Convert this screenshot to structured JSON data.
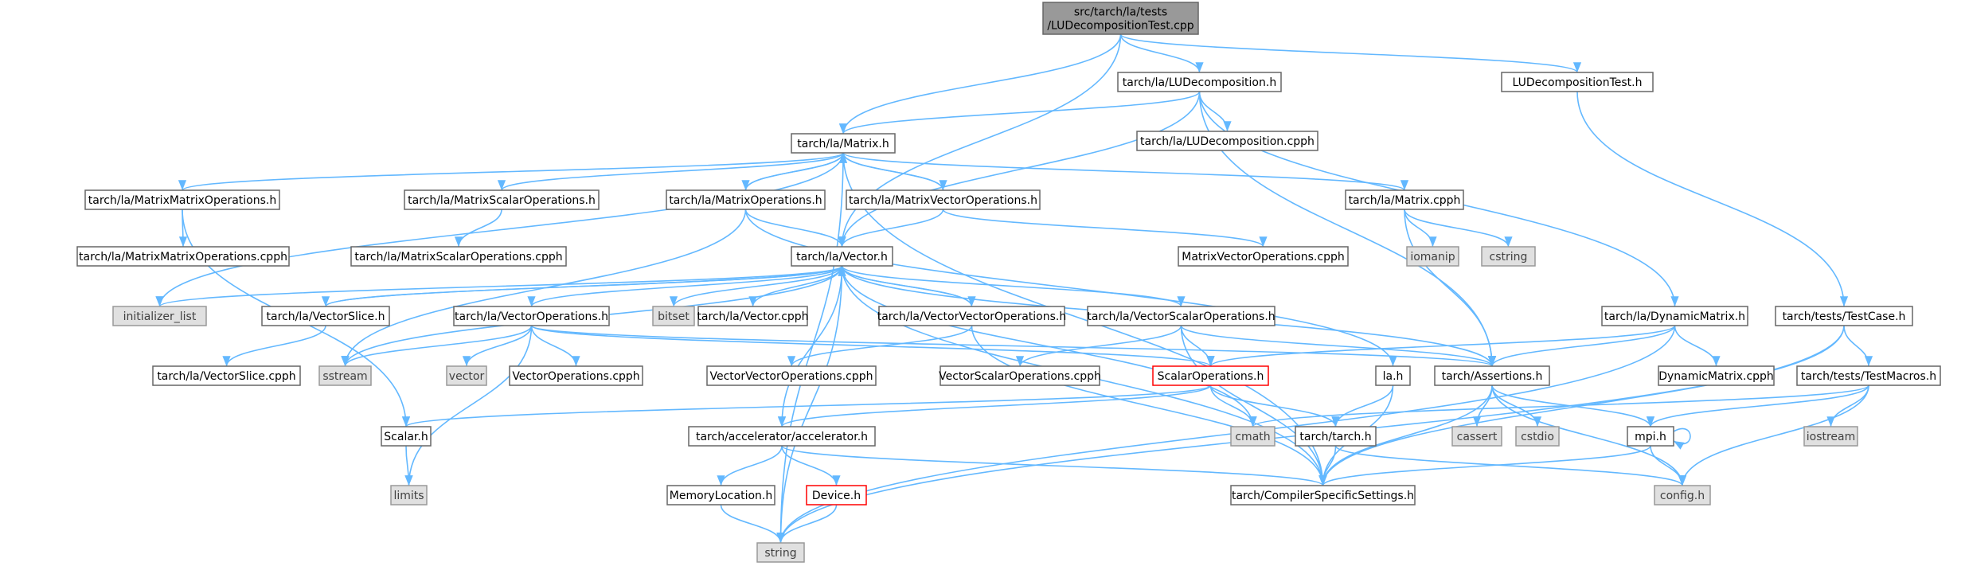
{
  "diagram": {
    "title": "",
    "nodes": [
      {
        "id": "root",
        "lines": [
          "src/tarch/la/tests",
          "/LUDecompositionTest.cpp"
        ],
        "kind": "root"
      },
      {
        "id": "ludecomp_h",
        "lines": [
          "tarch/la/LUDecomposition.h"
        ],
        "kind": "plain"
      },
      {
        "id": "lutest_h",
        "lines": [
          "LUDecompositionTest.h"
        ],
        "kind": "plain"
      },
      {
        "id": "matrix_h",
        "lines": [
          "tarch/la/Matrix.h"
        ],
        "kind": "plain"
      },
      {
        "id": "ludecomp_cpph",
        "lines": [
          "tarch/la/LUDecomposition.cpph"
        ],
        "kind": "plain"
      },
      {
        "id": "mmops_h",
        "lines": [
          "tarch/la/MatrixMatrixOperations.h"
        ],
        "kind": "plain"
      },
      {
        "id": "msops_h",
        "lines": [
          "tarch/la/MatrixScalarOperations.h"
        ],
        "kind": "plain"
      },
      {
        "id": "mops_h",
        "lines": [
          "tarch/la/MatrixOperations.h"
        ],
        "kind": "plain"
      },
      {
        "id": "mvops_h",
        "lines": [
          "tarch/la/MatrixVectorOperations.h"
        ],
        "kind": "plain"
      },
      {
        "id": "matrix_cpph",
        "lines": [
          "tarch/la/Matrix.cpph"
        ],
        "kind": "plain"
      },
      {
        "id": "mmops_cpph",
        "lines": [
          "tarch/la/MatrixMatrixOperations.cpph"
        ],
        "kind": "plain"
      },
      {
        "id": "msops_cpph",
        "lines": [
          "tarch/la/MatrixScalarOperations.cpph"
        ],
        "kind": "plain"
      },
      {
        "id": "mvops_cpph",
        "lines": [
          "MatrixVectorOperations.cpph"
        ],
        "kind": "plain"
      },
      {
        "id": "iomanip",
        "lines": [
          "iomanip"
        ],
        "kind": "sys"
      },
      {
        "id": "cstring",
        "lines": [
          "cstring"
        ],
        "kind": "sys"
      },
      {
        "id": "vector_h",
        "lines": [
          "tarch/la/Vector.h"
        ],
        "kind": "plain"
      },
      {
        "id": "initlist",
        "lines": [
          "initializer_list"
        ],
        "kind": "sys"
      },
      {
        "id": "vslice_h",
        "lines": [
          "tarch/la/VectorSlice.h"
        ],
        "kind": "plain"
      },
      {
        "id": "vops_h",
        "lines": [
          "tarch/la/VectorOperations.h"
        ],
        "kind": "plain"
      },
      {
        "id": "bitset",
        "lines": [
          "bitset"
        ],
        "kind": "sys"
      },
      {
        "id": "vector_cpph",
        "lines": [
          "tarch/la/Vector.cpph"
        ],
        "kind": "plain"
      },
      {
        "id": "vvops_h",
        "lines": [
          "tarch/la/VectorVectorOperations.h"
        ],
        "kind": "plain"
      },
      {
        "id": "vsops_h",
        "lines": [
          "tarch/la/VectorScalarOperations.h"
        ],
        "kind": "plain"
      },
      {
        "id": "dynmatrix_h",
        "lines": [
          "tarch/la/DynamicMatrix.h"
        ],
        "kind": "plain"
      },
      {
        "id": "testcase_h",
        "lines": [
          "tarch/tests/TestCase.h"
        ],
        "kind": "plain"
      },
      {
        "id": "vslice_cpph",
        "lines": [
          "tarch/la/VectorSlice.cpph"
        ],
        "kind": "plain"
      },
      {
        "id": "sstream",
        "lines": [
          "sstream"
        ],
        "kind": "sys"
      },
      {
        "id": "vector_std",
        "lines": [
          "vector"
        ],
        "kind": "sys"
      },
      {
        "id": "vops_cpph",
        "lines": [
          "VectorOperations.cpph"
        ],
        "kind": "plain"
      },
      {
        "id": "vvops_cpph",
        "lines": [
          "VectorVectorOperations.cpph"
        ],
        "kind": "plain"
      },
      {
        "id": "vsops_cpph",
        "lines": [
          "VectorScalarOperations.cpph"
        ],
        "kind": "plain"
      },
      {
        "id": "scalarops_h",
        "lines": [
          "ScalarOperations.h"
        ],
        "kind": "red"
      },
      {
        "id": "la_h",
        "lines": [
          "la.h"
        ],
        "kind": "plain"
      },
      {
        "id": "assertions_h",
        "lines": [
          "tarch/Assertions.h"
        ],
        "kind": "plain"
      },
      {
        "id": "dynmatrix_cpph",
        "lines": [
          "DynamicMatrix.cpph"
        ],
        "kind": "plain"
      },
      {
        "id": "testmacros_h",
        "lines": [
          "tarch/tests/TestMacros.h"
        ],
        "kind": "plain"
      },
      {
        "id": "scalar_h",
        "lines": [
          "Scalar.h"
        ],
        "kind": "plain"
      },
      {
        "id": "accel_h",
        "lines": [
          "tarch/accelerator/accelerator.h"
        ],
        "kind": "plain"
      },
      {
        "id": "cmath",
        "lines": [
          "cmath"
        ],
        "kind": "sys"
      },
      {
        "id": "tarch_h",
        "lines": [
          "tarch/tarch.h"
        ],
        "kind": "plain"
      },
      {
        "id": "cassert",
        "lines": [
          "cassert"
        ],
        "kind": "sys"
      },
      {
        "id": "cstdio",
        "lines": [
          "cstdio"
        ],
        "kind": "sys"
      },
      {
        "id": "mpi_h",
        "lines": [
          "mpi.h"
        ],
        "kind": "plain"
      },
      {
        "id": "iostream",
        "lines": [
          "iostream"
        ],
        "kind": "sys"
      },
      {
        "id": "limits",
        "lines": [
          "limits"
        ],
        "kind": "sys"
      },
      {
        "id": "memloc_h",
        "lines": [
          "MemoryLocation.h"
        ],
        "kind": "plain"
      },
      {
        "id": "device_h",
        "lines": [
          "Device.h"
        ],
        "kind": "red"
      },
      {
        "id": "compiler_h",
        "lines": [
          "tarch/CompilerSpecificSettings.h"
        ],
        "kind": "plain"
      },
      {
        "id": "config_h",
        "lines": [
          "config.h"
        ],
        "kind": "sys"
      },
      {
        "id": "string",
        "lines": [
          "string"
        ],
        "kind": "sys"
      }
    ],
    "edges": [
      [
        "root",
        "ludecomp_h"
      ],
      [
        "root",
        "lutest_h"
      ],
      [
        "root",
        "matrix_h"
      ],
      [
        "root",
        "vector_h"
      ],
      [
        "ludecomp_h",
        "matrix_h"
      ],
      [
        "ludecomp_h",
        "ludecomp_cpph"
      ],
      [
        "ludecomp_h",
        "vector_h"
      ],
      [
        "ludecomp_h",
        "dynmatrix_h"
      ],
      [
        "ludecomp_h",
        "assertions_h"
      ],
      [
        "lutest_h",
        "testcase_h"
      ],
      [
        "matrix_h",
        "mmops_h"
      ],
      [
        "matrix_h",
        "msops_h"
      ],
      [
        "matrix_h",
        "mops_h"
      ],
      [
        "matrix_h",
        "mvops_h"
      ],
      [
        "matrix_h",
        "matrix_cpph"
      ],
      [
        "matrix_h",
        "initlist"
      ],
      [
        "matrix_h",
        "string"
      ],
      [
        "matrix_h",
        "compiler_h"
      ],
      [
        "mmops_h",
        "mmops_cpph"
      ],
      [
        "mmops_h",
        "scalar_h"
      ],
      [
        "msops_h",
        "msops_cpph"
      ],
      [
        "mops_h",
        "matrix_h"
      ],
      [
        "mops_h",
        "vector_h"
      ],
      [
        "mops_h",
        "la_h"
      ],
      [
        "mops_h",
        "sstream"
      ],
      [
        "mvops_h",
        "matrix_h"
      ],
      [
        "mvops_h",
        "vector_h"
      ],
      [
        "mvops_h",
        "mvops_cpph"
      ],
      [
        "matrix_cpph",
        "iomanip"
      ],
      [
        "matrix_cpph",
        "cstring"
      ],
      [
        "matrix_cpph",
        "assertions_h"
      ],
      [
        "vector_h",
        "initlist"
      ],
      [
        "vector_h",
        "vslice_h"
      ],
      [
        "vector_h",
        "vops_h"
      ],
      [
        "vector_h",
        "bitset"
      ],
      [
        "vector_h",
        "vector_cpph"
      ],
      [
        "vector_h",
        "vvops_h"
      ],
      [
        "vector_h",
        "vsops_h"
      ],
      [
        "vector_h",
        "sstream"
      ],
      [
        "vector_h",
        "string"
      ],
      [
        "vector_h",
        "accel_h"
      ],
      [
        "vector_h",
        "assertions_h"
      ],
      [
        "vector_h",
        "compiler_h"
      ],
      [
        "vector_h",
        "cmath"
      ],
      [
        "vslice_h",
        "vector_h"
      ],
      [
        "vslice_h",
        "vslice_cpph"
      ],
      [
        "vops_h",
        "sstream"
      ],
      [
        "vops_h",
        "vector_std"
      ],
      [
        "vops_h",
        "vops_cpph"
      ],
      [
        "vops_h",
        "limits"
      ],
      [
        "vops_h",
        "scalarops_h"
      ],
      [
        "vops_h",
        "assertions_h"
      ],
      [
        "vvops_h",
        "vector_h"
      ],
      [
        "vvops_h",
        "vvops_cpph"
      ],
      [
        "vvops_h",
        "compiler_h"
      ],
      [
        "vsops_h",
        "vsops_cpph"
      ],
      [
        "vsops_h",
        "scalarops_h"
      ],
      [
        "vsops_h",
        "assertions_h"
      ],
      [
        "vsops_h",
        "compiler_h"
      ],
      [
        "dynmatrix_h",
        "dynmatrix_cpph"
      ],
      [
        "dynmatrix_h",
        "scalarops_h"
      ],
      [
        "dynmatrix_h",
        "assertions_h"
      ],
      [
        "dynmatrix_h",
        "string"
      ],
      [
        "testcase_h",
        "testmacros_h"
      ],
      [
        "testcase_h",
        "compiler_h"
      ],
      [
        "testcase_h",
        "string"
      ],
      [
        "scalarops_h",
        "scalar_h"
      ],
      [
        "scalarops_h",
        "accel_h"
      ],
      [
        "scalarops_h",
        "cmath"
      ],
      [
        "scalarops_h",
        "tarch_h"
      ],
      [
        "la_h",
        "tarch_h"
      ],
      [
        "la_h",
        "compiler_h"
      ],
      [
        "assertions_h",
        "cassert"
      ],
      [
        "assertions_h",
        "cstdio"
      ],
      [
        "assertions_h",
        "mpi_h"
      ],
      [
        "assertions_h",
        "config_h"
      ],
      [
        "assertions_h",
        "compiler_h"
      ],
      [
        "testmacros_h",
        "cmath"
      ],
      [
        "testmacros_h",
        "iostream"
      ],
      [
        "testmacros_h",
        "mpi_h"
      ],
      [
        "testmacros_h",
        "config_h"
      ],
      [
        "scalar_h",
        "limits"
      ],
      [
        "accel_h",
        "memloc_h"
      ],
      [
        "accel_h",
        "device_h"
      ],
      [
        "accel_h",
        "compiler_h"
      ],
      [
        "tarch_h",
        "compiler_h"
      ],
      [
        "tarch_h",
        "config_h"
      ],
      [
        "mpi_h",
        "mpi_h"
      ],
      [
        "mpi_h",
        "config_h"
      ],
      [
        "mpi_h",
        "compiler_h"
      ],
      [
        "memloc_h",
        "string"
      ],
      [
        "device_h",
        "string"
      ]
    ]
  }
}
